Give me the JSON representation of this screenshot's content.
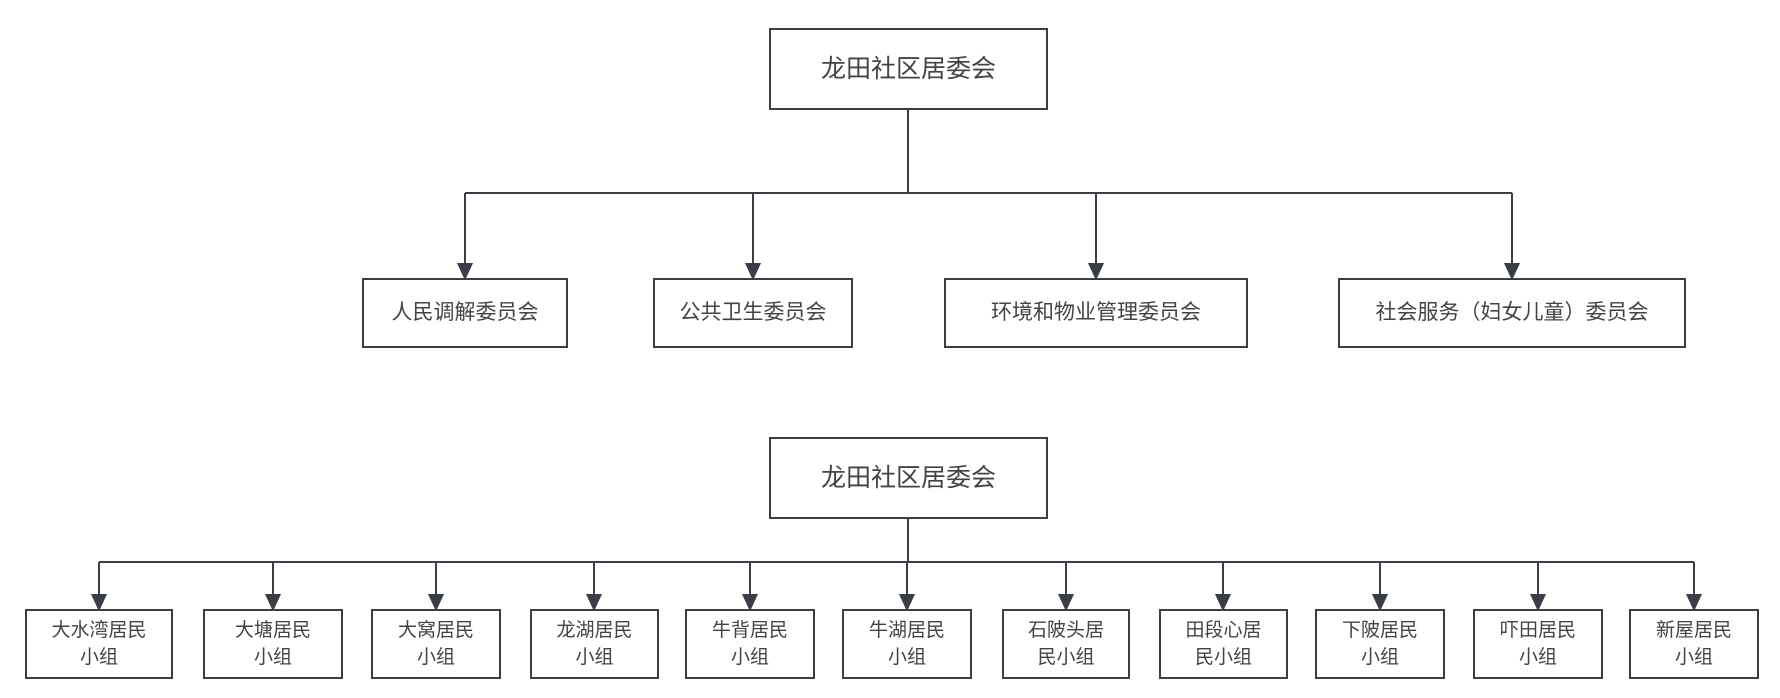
{
  "diagram": {
    "type": "org-chart",
    "colors": {
      "background": "#ffffff",
      "line": "#3a3f45",
      "box_border": "#3a3f45",
      "box_background": "#ffffff",
      "text": "#434343"
    },
    "charts": [
      {
        "root": {
          "label": "龙田社区居委会"
        },
        "children": [
          {
            "label": "人民调解委员会"
          },
          {
            "label": "公共卫生委员会"
          },
          {
            "label": "环境和物业管理委员会"
          },
          {
            "label": "社会服务（妇女儿童）委员会"
          }
        ]
      },
      {
        "root": {
          "label": "龙田社区居委会"
        },
        "children": [
          {
            "label": "大水湾居民\n小组"
          },
          {
            "label": "大塘居民\n小组"
          },
          {
            "label": "大窝居民\n小组"
          },
          {
            "label": "龙湖居民\n小组"
          },
          {
            "label": "牛背居民\n小组"
          },
          {
            "label": "牛湖居民\n小组"
          },
          {
            "label": "石陂头居\n民小组"
          },
          {
            "label": "田段心居\n民小组"
          },
          {
            "label": "下陂居民\n小组"
          },
          {
            "label": "吓田居民\n小组"
          },
          {
            "label": "新屋居民\n小组"
          }
        ]
      }
    ]
  }
}
